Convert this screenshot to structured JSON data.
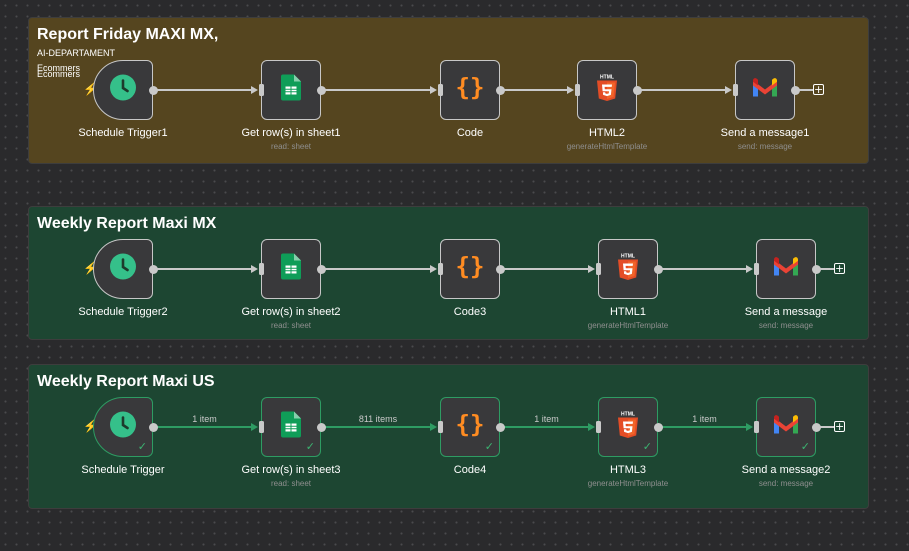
{
  "colors": {
    "group1_bg": "#55451f",
    "group2_bg": "#1d4632",
    "group3_bg": "#1d4632",
    "node_bg": "#39393b",
    "success": "#2e9c63",
    "trigger_bolt": "#ff6d5a",
    "clock": "#35c08a",
    "sheets": "#0f9d58",
    "code_brace": "#ff8c22",
    "html5": "#e44d26"
  },
  "groups": [
    {
      "title": "Report Friday MAXI MX,",
      "subtitle": "AI-DEPARTAMENT",
      "nodes": [
        {
          "name": "Schedule Trigger1",
          "subtitle": "",
          "icon": "clock-icon"
        },
        {
          "name": "Get row(s) in sheet1",
          "subtitle": "read: sheet",
          "icon": "google-sheets-icon"
        },
        {
          "name": "Code",
          "subtitle": "",
          "icon": "code-braces-icon"
        },
        {
          "name": "HTML2",
          "subtitle": "generateHtmlTemplate",
          "icon": "html5-icon"
        },
        {
          "name": "Send a message1",
          "subtitle": "send: message",
          "icon": "gmail-icon"
        }
      ],
      "connection_labels": [
        "",
        "",
        "",
        ""
      ]
    },
    {
      "title": "Weekly Report Maxi MX",
      "subtitle": "Ecommers",
      "nodes": [
        {
          "name": "Schedule Trigger2",
          "subtitle": "",
          "icon": "clock-icon"
        },
        {
          "name": "Get row(s) in sheet2",
          "subtitle": "read: sheet",
          "icon": "google-sheets-icon"
        },
        {
          "name": "Code3",
          "subtitle": "",
          "icon": "code-braces-icon"
        },
        {
          "name": "HTML1",
          "subtitle": "generateHtmlTemplate",
          "icon": "html5-icon"
        },
        {
          "name": "Send a message",
          "subtitle": "send: message",
          "icon": "gmail-icon"
        }
      ],
      "connection_labels": [
        "",
        "",
        "",
        ""
      ]
    },
    {
      "title": "Weekly Report Maxi US",
      "subtitle": "Ecommers",
      "nodes": [
        {
          "name": "Schedule Trigger",
          "subtitle": "",
          "icon": "clock-icon",
          "status": "success"
        },
        {
          "name": "Get row(s) in sheet3",
          "subtitle": "read: sheet",
          "icon": "google-sheets-icon",
          "status": "success"
        },
        {
          "name": "Code4",
          "subtitle": "",
          "icon": "code-braces-icon",
          "status": "success"
        },
        {
          "name": "HTML3",
          "subtitle": "generateHtmlTemplate",
          "icon": "html5-icon",
          "status": "success"
        },
        {
          "name": "Send a message2",
          "subtitle": "send: message",
          "icon": "gmail-icon",
          "status": "success"
        }
      ],
      "connection_labels": [
        "1 item",
        "811 items",
        "1 item",
        "1 item"
      ]
    }
  ],
  "node_text": {
    "html5_badge": "HTML",
    "add_node": "+",
    "check": "✓",
    "bolt": "⚡"
  }
}
